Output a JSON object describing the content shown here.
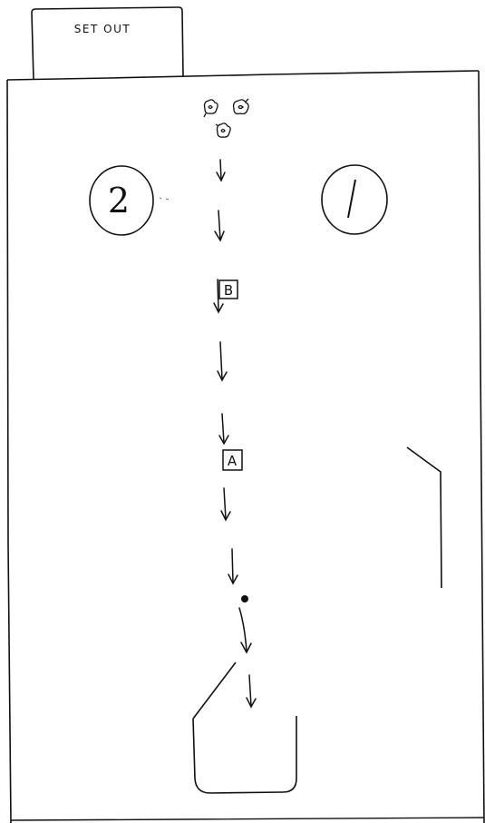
{
  "set_out_label": "SET OUT",
  "markers": {
    "two": "2",
    "one": "1"
  },
  "boxes": {
    "b": "B",
    "a": "A"
  },
  "stroke_color": "#111111",
  "background_color": "#ffffff"
}
